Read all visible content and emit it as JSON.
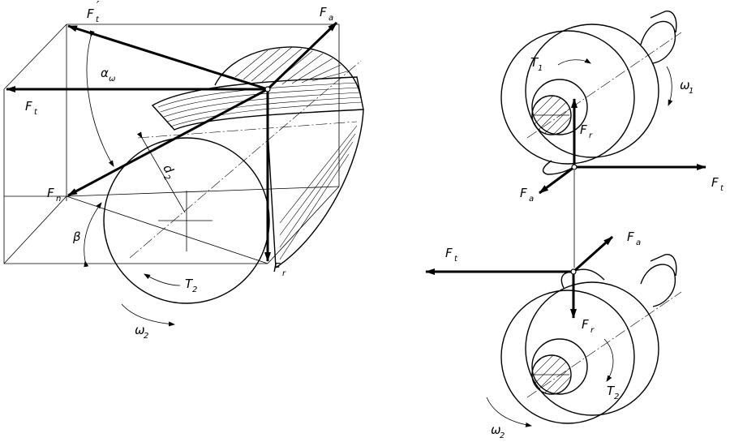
{
  "gear_pair": {
    "labels": {
      "Ft_prime": "F",
      "Ft_prime_sub": "t",
      "Ft_prime_mark": "′",
      "Fa": "F",
      "Fa_sub": "a",
      "Ft": "F",
      "Ft_sub": "t",
      "Fn": "F",
      "Fn_sub": "n",
      "Fr": "F",
      "Fr_sub": "r",
      "alpha": "α",
      "alpha_sub": "ω",
      "beta": "β",
      "d2": "d",
      "d2_sub": "2",
      "T2": "T",
      "T2_sub": "2",
      "omega2": "ω",
      "omega2_sub": "2"
    }
  },
  "shaft_views": {
    "top": {
      "T1": "T",
      "T1_sub": "1",
      "omega1": "ω",
      "omega1_sub": "1",
      "Fr": "F",
      "Fr_sub": "r",
      "Ft": "F",
      "Ft_sub": "t",
      "Fa": "F",
      "Fa_sub": "a"
    },
    "bottom": {
      "Ft": "F",
      "Ft_sub": "t",
      "Fa": "F",
      "Fa_sub": "a",
      "Fr": "F",
      "Fr_sub": "r",
      "T2": "T",
      "T2_sub": "2",
      "omega2": "ω",
      "omega2_sub": "2"
    }
  },
  "colors": {
    "ink": "#000000",
    "paper": "#ffffff"
  }
}
